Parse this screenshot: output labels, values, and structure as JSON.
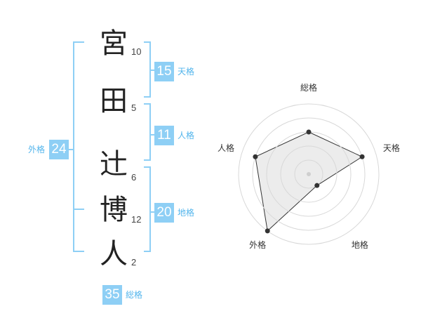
{
  "name": {
    "chars": [
      "宮",
      "田",
      "辻",
      "博",
      "人"
    ],
    "strokes": [
      "10",
      "5",
      "6",
      "12",
      "2"
    ]
  },
  "fortunes": {
    "tenkaku": {
      "value": "15",
      "label": "天格"
    },
    "jinkaku": {
      "value": "11",
      "label": "人格"
    },
    "chikaku": {
      "value": "20",
      "label": "地格"
    },
    "gaikaku": {
      "value": "24",
      "label": "外格"
    },
    "soukaku": {
      "value": "35",
      "label": "総格"
    }
  },
  "colors": {
    "accent": "#8ecff5",
    "accent_text": "#53b5ec",
    "bracket": "#8ecff5"
  },
  "chart_data": {
    "type": "radar",
    "axes": [
      "総格",
      "天格",
      "地格",
      "外格",
      "人格"
    ],
    "values": [
      3,
      4,
      1,
      5,
      4
    ],
    "rmax": 5,
    "rings": 5
  }
}
